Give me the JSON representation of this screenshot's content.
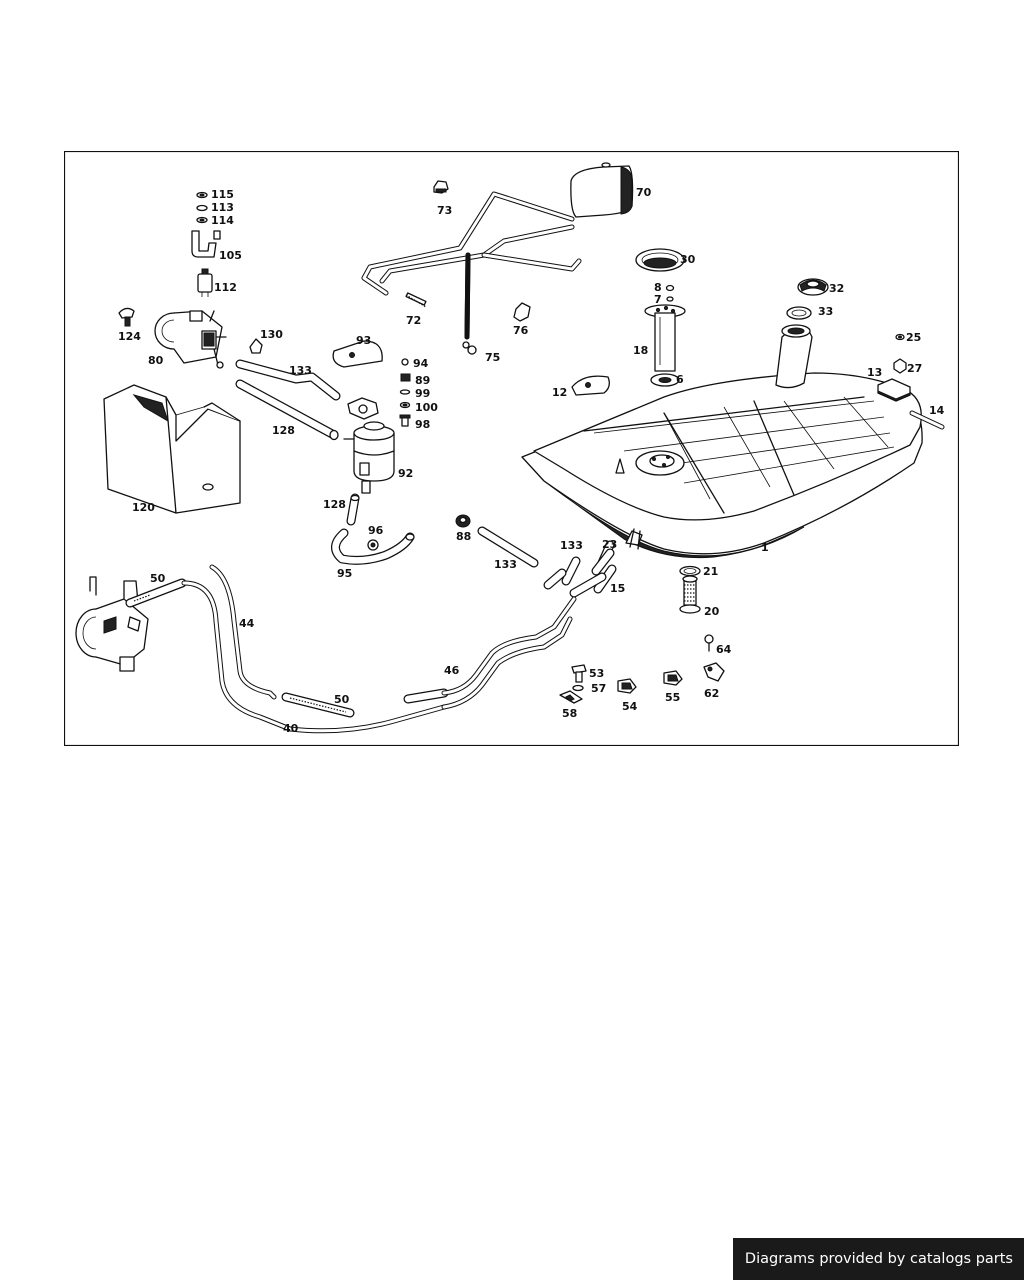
{
  "diagram": {
    "labels": {
      "p115": "115",
      "p113": "113",
      "p114": "114",
      "p105": "105",
      "p112": "112",
      "p124": "124",
      "p80": "80",
      "p130": "130",
      "p133a": "133",
      "p128a": "128",
      "p120": "120",
      "p73": "73",
      "p70": "70",
      "p72": "72",
      "p75": "75",
      "p93": "93",
      "p94": "94",
      "p89": "89",
      "p99": "99",
      "p100": "100",
      "p98": "98",
      "p92": "92",
      "p128b": "128",
      "p96": "96",
      "p95": "95",
      "p30": "30",
      "p8": "8",
      "p7": "7",
      "p18": "18",
      "p6": "6",
      "p76": "76",
      "p12": "12",
      "p32": "32",
      "p33": "33",
      "p25": "25",
      "p13": "13",
      "p27": "27",
      "p14": "14",
      "p1": "1",
      "p88": "88",
      "p133b": "133",
      "p133c": "133",
      "p23": "23",
      "p15": "15",
      "p21": "21",
      "p20": "20",
      "p50a": "50",
      "p44": "44",
      "p46": "46",
      "p50b": "50",
      "p40": "40",
      "p64": "64",
      "p53": "53",
      "p57": "57",
      "p58": "58",
      "p54": "54",
      "p55": "55",
      "p62": "62"
    }
  },
  "footer": {
    "text": "Diagrams provided by catalogs parts"
  }
}
